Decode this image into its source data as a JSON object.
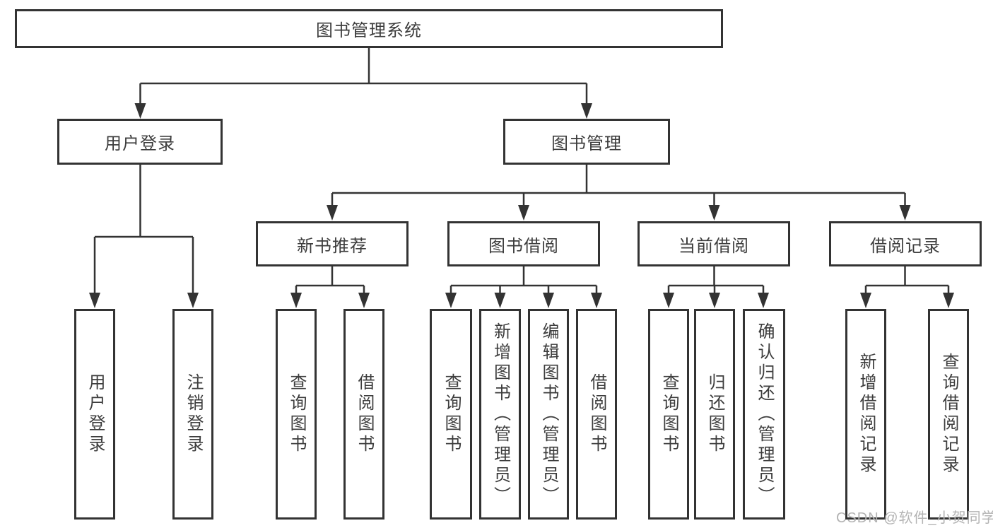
{
  "tree": {
    "root": {
      "label": "图书管理系统"
    },
    "level2": [
      {
        "label": "用户登录",
        "children": [
          {
            "label": "用户登录"
          },
          {
            "label": "注销登录"
          }
        ]
      },
      {
        "label": "图书管理",
        "children": [
          {
            "label": "新书推荐",
            "children": [
              {
                "label": "查询图书"
              },
              {
                "label": "借阅图书"
              }
            ]
          },
          {
            "label": "图书借阅",
            "children": [
              {
                "label": "查询图书"
              },
              {
                "label": "新增图书（管理员）"
              },
              {
                "label": "编辑图书（管理员）"
              },
              {
                "label": "借阅图书"
              }
            ]
          },
          {
            "label": "当前借阅",
            "children": [
              {
                "label": "查询图书"
              },
              {
                "label": "归还图书"
              },
              {
                "label": "确认归还（管理员）"
              }
            ]
          },
          {
            "label": "借阅记录",
            "children": [
              {
                "label": "新增借阅记录"
              },
              {
                "label": "查询借阅记录"
              }
            ]
          }
        ]
      }
    ]
  },
  "watermark": {
    "text": "CSDN @软件_小贺同学",
    "color": "#b3b3b3"
  },
  "colors": {
    "line": "#333333",
    "text": "#3d3d3d",
    "background": "#ffffff"
  }
}
